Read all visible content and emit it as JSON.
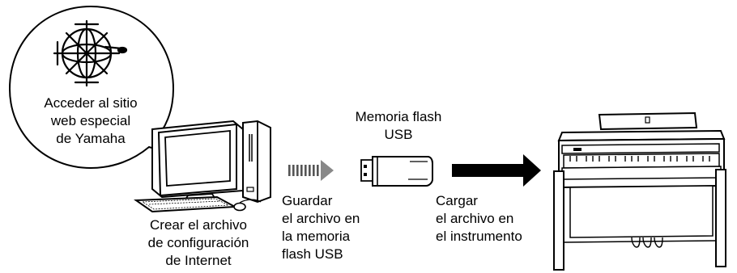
{
  "bubble": {
    "lines": [
      "Acceder al sitio",
      "web especial",
      "de Yamaha"
    ],
    "icon": "globe-internet-icon"
  },
  "computer": {
    "caption_lines": [
      "Crear el archivo",
      "de configuración",
      "de Internet"
    ],
    "icon": "desktop-computer-icon"
  },
  "usb": {
    "title_lines": [
      "Memoria flash",
      "USB"
    ],
    "icon": "usb-flash-drive-icon"
  },
  "save_step": {
    "lines": [
      "Guardar",
      "el archivo en",
      "la memoria",
      "flash USB"
    ],
    "arrow_style": "dashed"
  },
  "load_step": {
    "lines": [
      "Cargar",
      "el archivo en",
      "el instrumento"
    ],
    "arrow_style": "solid"
  },
  "instrument": {
    "icon": "digital-piano-icon"
  }
}
